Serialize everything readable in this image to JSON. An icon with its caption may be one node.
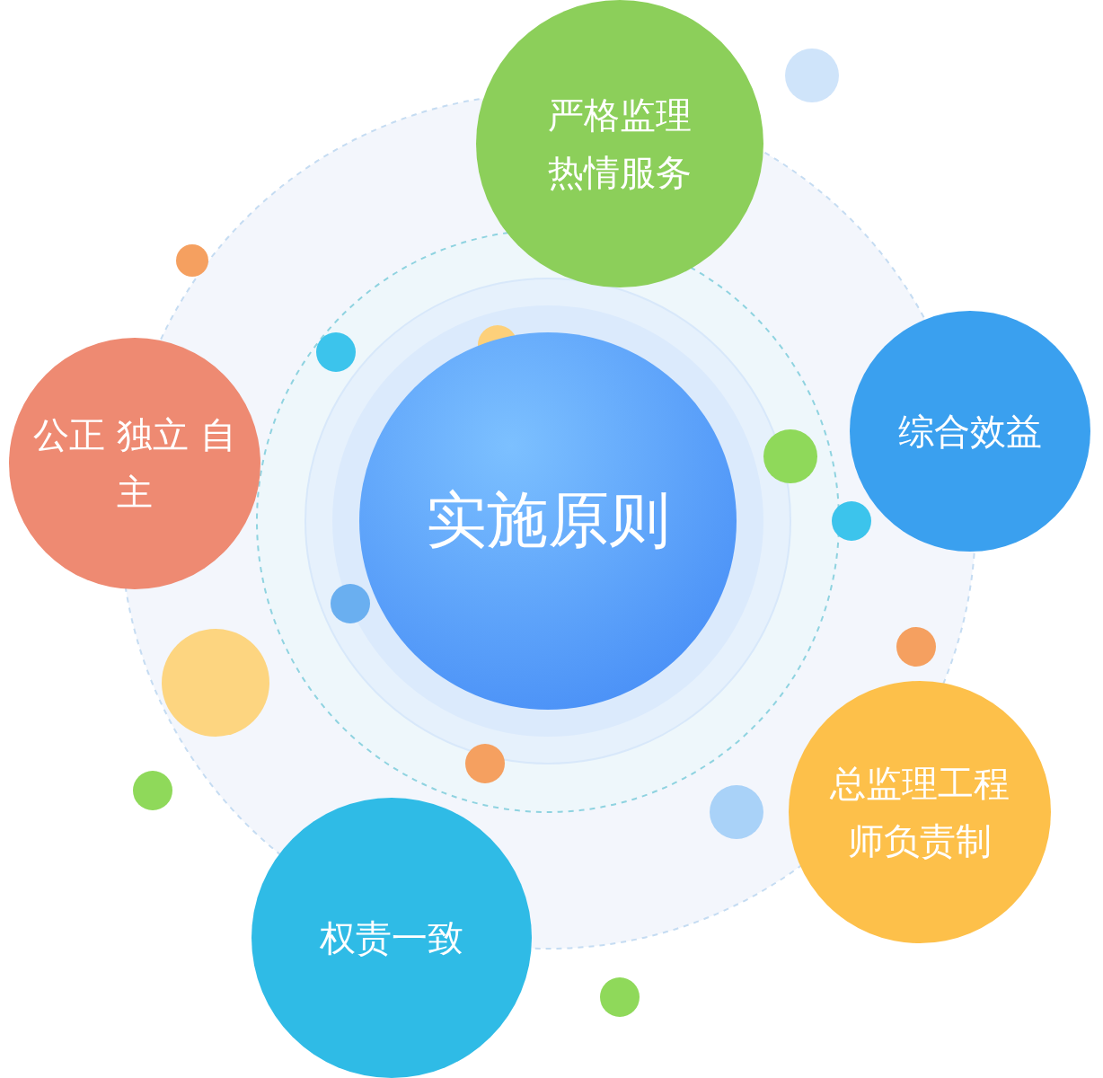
{
  "diagram": {
    "nodes": [
      {
        "text": [
          "实施原则"
        ]
      },
      {
        "text": [
          "严格监理热情服务"
        ]
      },
      {
        "text": [
          "公正 独立 自主"
        ]
      },
      {
        "text": [
          "综合效益"
        ]
      },
      {
        "text": [
          "总监理工程师负责制"
        ]
      },
      {
        "text": [
          "权责一致"
        ]
      }
    ]
  }
}
